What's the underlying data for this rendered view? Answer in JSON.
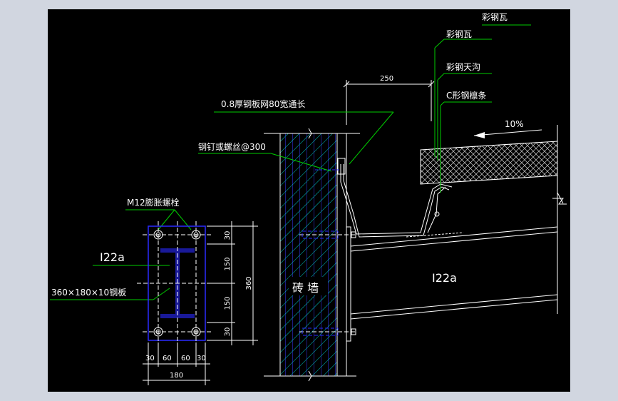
{
  "drawing": {
    "callouts": {
      "roof_tile_top": "彩钢瓦",
      "roof_tile": "彩钢瓦",
      "gutter": "彩钢天沟",
      "purlin": "C形钢檩条",
      "mesh": "0.8厚钢板网80宽通长",
      "fastener": "钢钉或螺丝@300",
      "anchor_bolt": "M12膨胀螺栓",
      "beam_left": "I22a",
      "plate": "360×180×10钢板",
      "beam_right": "I22a",
      "wall": "砖 墙",
      "slope": "10%"
    },
    "dimensions": {
      "gutter_width": "250",
      "v_30_top": "30",
      "v_150_a": "150",
      "v_150_b": "150",
      "v_30_bottom": "30",
      "v_total": "360",
      "h_30_left": "30",
      "h_60_a": "60",
      "h_60_b": "60",
      "h_30_right": "30",
      "h_total": "180"
    },
    "colors": {
      "background": "#000000",
      "frame": "#d1d6e0",
      "leader_green": "#00cc00",
      "line_white": "#ffffff",
      "hatch_blue": "#3a3aff",
      "hatch_cyan": "#00c8c8",
      "plate_blue": "#2a2aff"
    }
  }
}
